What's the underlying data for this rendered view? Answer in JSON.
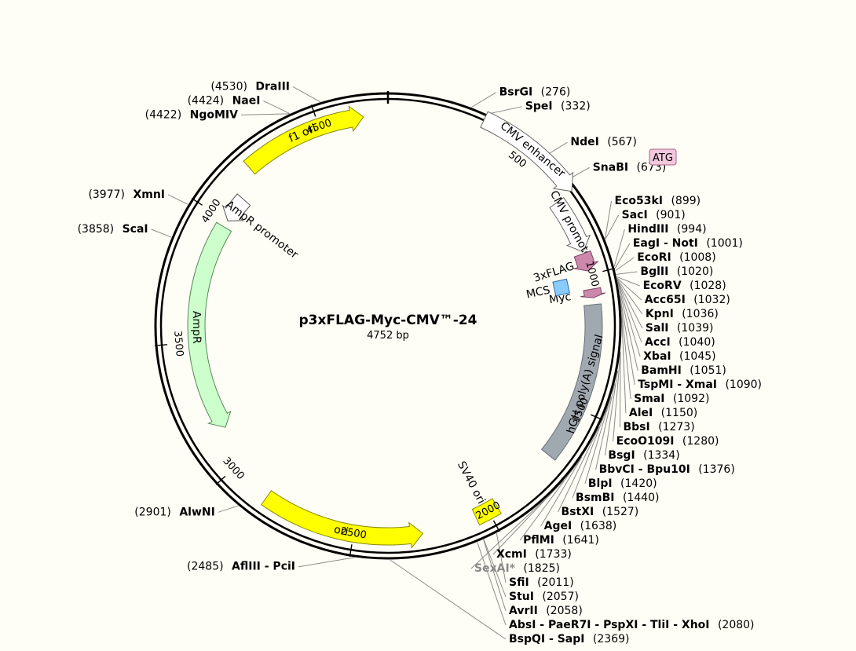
{
  "plasmid": {
    "name": "p3xFLAG-Myc-CMV™-24",
    "length_label": "4752 bp",
    "total_bp": 4752
  },
  "features": [
    {
      "label": "f1 ori",
      "start": 4208,
      "end": 4664,
      "dir": 1,
      "color": "#ffff00",
      "stroke": "#888800",
      "r": 268
    },
    {
      "label": "AmpR promoter",
      "start": 4003,
      "end": 4108,
      "dir": -1,
      "color": "#ffffff",
      "stroke": "#555555",
      "r": 244
    },
    {
      "label": "AmpR",
      "start": 3142,
      "end": 3975,
      "dir": -1,
      "color": "#ccffcc",
      "stroke": "#558855",
      "r": 244
    },
    {
      "label": "ori",
      "start": 2250,
      "end": 2842,
      "dir": -1,
      "color": "#ffff00",
      "stroke": "#888800",
      "r": 268
    },
    {
      "label": "SV40 ori",
      "start": 1965,
      "end": 2050,
      "dir": 0,
      "color": "#ffff00",
      "stroke": "#888800",
      "r": 268
    },
    {
      "label": "hGH poly(A) signal",
      "start": 1110,
      "end": 1700,
      "dir": 0,
      "color": "#a0a8b0",
      "stroke": "#667077",
      "r": 262
    },
    {
      "label": "CMV enhancer",
      "start": 330,
      "end": 710,
      "dir": 1,
      "color": "#ffffff",
      "stroke": "#666666",
      "r": 290
    },
    {
      "label": "CMV promoter",
      "start": 711,
      "end": 914,
      "dir": 1,
      "color": "#ffffff",
      "stroke": "#666666",
      "r": 266
    },
    {
      "label": "3xFLAG",
      "start": 920,
      "end": 985,
      "dir": 1,
      "color": "#cc88aa",
      "stroke": "#774466",
      "r": 264
    },
    {
      "label": "Myc",
      "start": 1053,
      "end": 1085,
      "dir": 1,
      "color": "#cc88aa",
      "stroke": "#774466",
      "r": 264
    },
    {
      "label": "MCS",
      "start": 994,
      "end": 1052,
      "dir": 0,
      "color": "#88ccff",
      "stroke": "#3366aa",
      "r": 226
    }
  ],
  "atg_label": "ATG",
  "ticks": [
    "500",
    "1000",
    "1500",
    "2000",
    "2500",
    "3000",
    "3500",
    "4000",
    "4500"
  ],
  "sites": [
    {
      "name": "DraIII",
      "pos": "(4530)"
    },
    {
      "name": "NaeI",
      "pos": "(4424)"
    },
    {
      "name": "NgoMIV",
      "pos": "(4422)"
    },
    {
      "name": "XmnI",
      "pos": "(3977)"
    },
    {
      "name": "ScaI",
      "pos": "(3858)"
    },
    {
      "name": "AlwNI",
      "pos": "(2901)"
    },
    {
      "name": "AflIII - PciI",
      "pos": "(2485)"
    },
    {
      "name": "BspQI - SapI",
      "pos": "(2369)"
    },
    {
      "name": "BsrGI",
      "pos": "(276)"
    },
    {
      "name": "SpeI",
      "pos": "(332)"
    },
    {
      "name": "NdeI",
      "pos": "(567)"
    },
    {
      "name": "SnaBI",
      "pos": "(673)"
    },
    {
      "name": "Eco53kI",
      "pos": "(899)"
    },
    {
      "name": "SacI",
      "pos": "(901)"
    },
    {
      "name": "HindIII",
      "pos": "(994)"
    },
    {
      "name": "EagI - NotI",
      "pos": "(1001)"
    },
    {
      "name": "EcoRI",
      "pos": "(1008)"
    },
    {
      "name": "BglII",
      "pos": "(1020)"
    },
    {
      "name": "EcoRV",
      "pos": "(1028)"
    },
    {
      "name": "Acc65I",
      "pos": "(1032)"
    },
    {
      "name": "KpnI",
      "pos": "(1036)"
    },
    {
      "name": "SalI",
      "pos": "(1039)"
    },
    {
      "name": "AccI",
      "pos": "(1040)"
    },
    {
      "name": "XbaI",
      "pos": "(1045)"
    },
    {
      "name": "BamHI",
      "pos": "(1051)"
    },
    {
      "name": "TspMI - XmaI",
      "pos": "(1090)"
    },
    {
      "name": "SmaI",
      "pos": "(1092)"
    },
    {
      "name": "AleI",
      "pos": "(1150)"
    },
    {
      "name": "BbsI",
      "pos": "(1273)"
    },
    {
      "name": "EcoO109I",
      "pos": "(1280)"
    },
    {
      "name": "BsgI",
      "pos": "(1334)"
    },
    {
      "name": "BbvCI - Bpu10I",
      "pos": "(1376)"
    },
    {
      "name": "BlpI",
      "pos": "(1420)"
    },
    {
      "name": "BsmBI",
      "pos": "(1440)"
    },
    {
      "name": "BstXI",
      "pos": "(1527)"
    },
    {
      "name": "AgeI",
      "pos": "(1638)"
    },
    {
      "name": "PflMI",
      "pos": "(1641)"
    },
    {
      "name": "XcmI",
      "pos": "(1733)"
    },
    {
      "name": "SexAI*",
      "pos": "(1825)",
      "gray": true
    },
    {
      "name": "SfiI",
      "pos": "(2011)"
    },
    {
      "name": "StuI",
      "pos": "(2057)"
    },
    {
      "name": "AvrII",
      "pos": "(2058)"
    },
    {
      "name": "AbsI - PaeR7I - PspXI - TliI - XhoI",
      "pos": "(2080)"
    }
  ]
}
